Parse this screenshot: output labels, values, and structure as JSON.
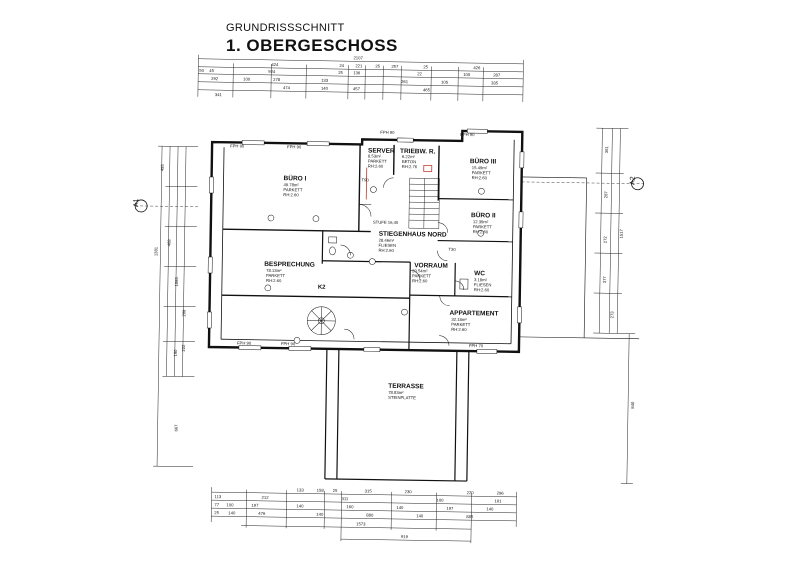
{
  "title": {
    "line1": "GRUNDRISSSCHNITT",
    "line2": "1. OBERGESCHOSS"
  },
  "axis_markers": [
    "A1",
    "A2",
    "K2"
  ],
  "rooms": [
    {
      "id": "buero1",
      "name": "BÜRO I",
      "area": "49.78m²",
      "floor": "PARKETT",
      "height": "RH:2.60"
    },
    {
      "id": "server",
      "name": "SERVER",
      "area": "8.53m²",
      "floor": "PARKETT",
      "height": "RH:2.60"
    },
    {
      "id": "triebw",
      "name": "TRIEBW. R.",
      "area": "6.22m²",
      "floor": "BETON",
      "height": "RH:2.76"
    },
    {
      "id": "buero3",
      "name": "BÜRO III",
      "area": "15.49m²",
      "floor": "PARKETT",
      "height": "RH:2.60"
    },
    {
      "id": "buero2",
      "name": "BÜRO II",
      "area": "12.39m²",
      "floor": "PARKETT",
      "height": "RH:2.60"
    },
    {
      "id": "stiegenhaus",
      "name": "STIEGENHAUS NORD",
      "area": "28.46m²",
      "floor": "FLIESEN",
      "height": "RH:2.60"
    },
    {
      "id": "besprechung",
      "name": "BESPRECHUNG",
      "area": "78.13m²",
      "floor": "PARKETT",
      "height": "RH:2.60"
    },
    {
      "id": "vorraum",
      "name": "VORRAUM",
      "area": "20.54m²",
      "floor": "PARKETT",
      "height": "RH:2.60"
    },
    {
      "id": "wc",
      "name": "WC",
      "area": "3.18m²",
      "floor": "FLIESEN",
      "height": "RH:2.60"
    },
    {
      "id": "appartement",
      "name": "APPARTEMENT",
      "area": "32.18m²",
      "floor": "PARKETT",
      "height": "RH:2.60"
    },
    {
      "id": "terrasse",
      "name": "TERRASSE",
      "area": "78.83m²",
      "floor": "STEINPLATTE",
      "height": ""
    }
  ],
  "annotations": {
    "stufe": "STUFE 16,40",
    "fph90": "FPH 90",
    "fph70": "FPH 70",
    "t90": "T90",
    "t30": "T30"
  },
  "dimensions": {
    "top_overall": "2107",
    "top_row1": [
      "424",
      "24",
      "221",
      "25",
      "257",
      "25",
      "426"
    ],
    "top_row2": [
      "50",
      "45",
      "924",
      "25",
      "136",
      "22",
      "100",
      "287"
    ],
    "top_row3": [
      "292",
      "100",
      "278",
      "133",
      "261",
      "105",
      "335"
    ],
    "top_row4": [
      "341",
      "474",
      "140",
      "457",
      "465"
    ],
    "left_axis": [
      "495",
      "1381",
      "468",
      "1085",
      "208",
      "222",
      "180",
      "667"
    ],
    "right_axis": [
      "361",
      "287",
      "1517",
      "272",
      "377",
      "273",
      "840"
    ],
    "bottom_row1": [
      "133",
      "158",
      "25",
      "315",
      "230",
      "220",
      "296"
    ],
    "bottom_row2": [
      "113",
      "212",
      "311",
      "100",
      "161"
    ],
    "bottom_row3": [
      "77",
      "100",
      "197",
      "140",
      "160",
      "140",
      "197",
      "140"
    ],
    "bottom_row4": [
      "25",
      "140",
      "476",
      "140",
      "880",
      "140",
      "885"
    ],
    "bottom_overall": [
      "1573",
      "919"
    ]
  }
}
